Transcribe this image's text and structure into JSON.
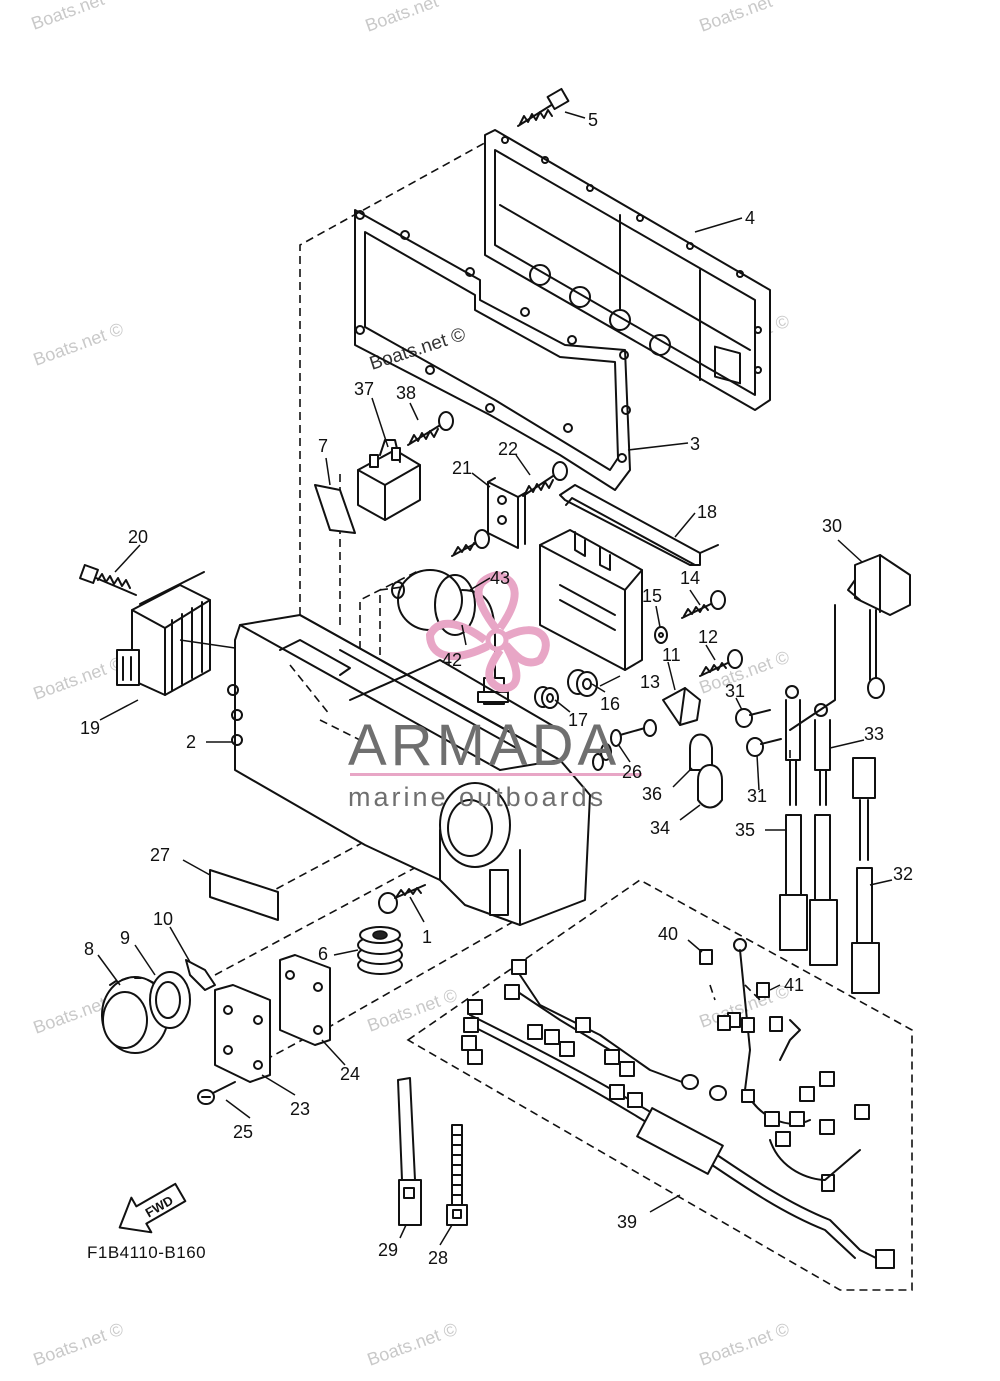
{
  "drawing": {
    "code": "F1B4110-B160",
    "fwd_label": "FWD"
  },
  "watermarks": {
    "site": "Boats.net",
    "site_copyright": "Boats.net ©"
  },
  "brand": {
    "name": "ARMADA",
    "tagline": "marine outboards",
    "logo_color": "#e8a6c6"
  },
  "callouts": [
    "1",
    "2",
    "3",
    "4",
    "5",
    "6",
    "7",
    "8",
    "9",
    "10",
    "11",
    "12",
    "13",
    "14",
    "15",
    "16",
    "17",
    "18",
    "19",
    "20",
    "21",
    "22",
    "23",
    "24",
    "25",
    "26",
    "27",
    "28",
    "29",
    "30",
    "31",
    "31",
    "32",
    "33",
    "34",
    "35",
    "36",
    "37",
    "38",
    "39",
    "40",
    "41",
    "42",
    "43"
  ]
}
